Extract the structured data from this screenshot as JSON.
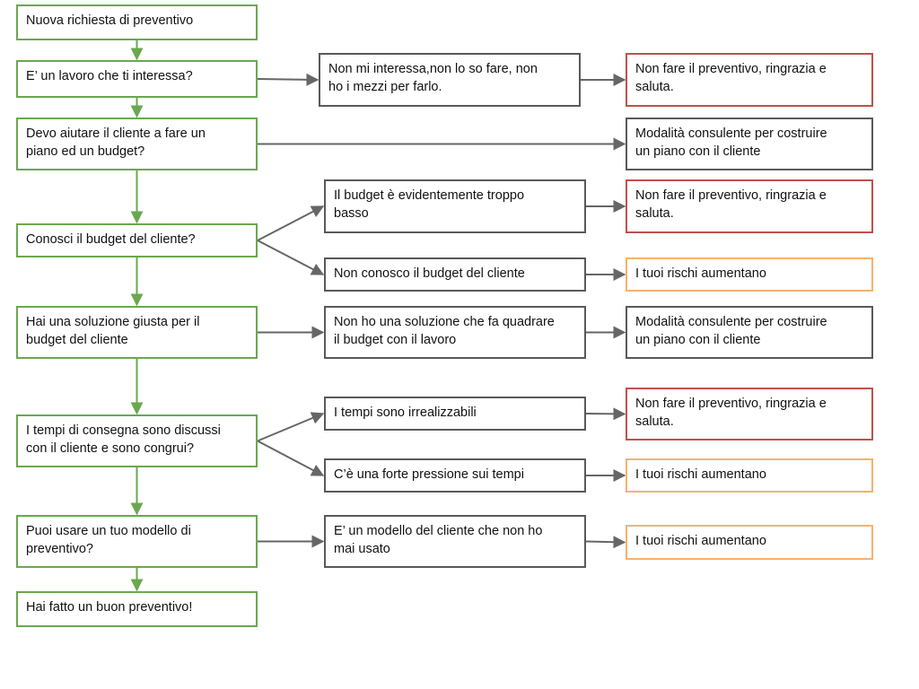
{
  "colors": {
    "main_border": "#6aa84f",
    "neutral_border": "#595959",
    "stop_border": "#c0504d",
    "risk_border": "#f6b26b",
    "main_arrow": "#6aa84f",
    "side_arrow": "#666666"
  },
  "main_steps": [
    {
      "id": "n1",
      "text": "Nuova richiesta di preventivo"
    },
    {
      "id": "n2",
      "text": "E’ un lavoro che ti interessa?"
    },
    {
      "id": "n3",
      "text": "Devo aiutare il cliente a fare un\npiano ed un budget?"
    },
    {
      "id": "n4",
      "text": "Conosci il budget del cliente?"
    },
    {
      "id": "n5",
      "text": "Hai una soluzione giusta per il\nbudget del cliente"
    },
    {
      "id": "n6",
      "text": "I tempi di consegna sono discussi\ncon il cliente e sono congrui?"
    },
    {
      "id": "n7",
      "text": "Puoi usare un tuo modello di\npreventivo?"
    },
    {
      "id": "n8",
      "text": "Hai fatto un buon preventivo!"
    }
  ],
  "options": [
    {
      "id": "o1",
      "text": "Non mi interessa,non lo so fare, non\nho i mezzi per farlo."
    },
    {
      "id": "o2",
      "text": "Il budget è evidentemente troppo\nbasso"
    },
    {
      "id": "o3",
      "text": "Non conosco il budget del cliente"
    },
    {
      "id": "o4",
      "text": "Non ho una soluzione che fa quadrare\nil budget con il lavoro"
    },
    {
      "id": "o5",
      "text": "I tempi sono irrealizzabili"
    },
    {
      "id": "o6",
      "text": "C’è una forte pressione sui tempi"
    },
    {
      "id": "o7",
      "text": "E’ un modello del cliente che non ho\nmai usato"
    }
  ],
  "outcomes": [
    {
      "id": "r1",
      "kind": "stop",
      "text": "Non fare il preventivo, ringrazia e\nsaluta."
    },
    {
      "id": "r2",
      "kind": "consult",
      "text": "Modalità consulente per costruire\nun piano con il cliente"
    },
    {
      "id": "r3",
      "kind": "stop",
      "text": "Non fare il preventivo, ringrazia e\nsaluta."
    },
    {
      "id": "r4",
      "kind": "risk",
      "text": "I tuoi rischi aumentano"
    },
    {
      "id": "r5",
      "kind": "consult",
      "text": "Modalità consulente per costruire\nun piano con il cliente"
    },
    {
      "id": "r6",
      "kind": "stop",
      "text": "Non fare il preventivo, ringrazia e\nsaluta."
    },
    {
      "id": "r7",
      "kind": "risk",
      "text": "I tuoi rischi aumentano"
    },
    {
      "id": "r8",
      "kind": "risk",
      "text": "I tuoi rischi aumentano"
    }
  ],
  "edges": [
    {
      "from": "n1",
      "to": "n2",
      "type": "main"
    },
    {
      "from": "n2",
      "to": "n3",
      "type": "main"
    },
    {
      "from": "n3",
      "to": "n4",
      "type": "main"
    },
    {
      "from": "n4",
      "to": "n5",
      "type": "main"
    },
    {
      "from": "n5",
      "to": "n6",
      "type": "main"
    },
    {
      "from": "n6",
      "to": "n7",
      "type": "main"
    },
    {
      "from": "n7",
      "to": "n8",
      "type": "main"
    },
    {
      "from": "n2",
      "to": "o1",
      "type": "side"
    },
    {
      "from": "o1",
      "to": "r1",
      "type": "side"
    },
    {
      "from": "n3",
      "to": "r2",
      "type": "side"
    },
    {
      "from": "n4",
      "to": "o2",
      "type": "side"
    },
    {
      "from": "n4",
      "to": "o3",
      "type": "side"
    },
    {
      "from": "o2",
      "to": "r3",
      "type": "side"
    },
    {
      "from": "o3",
      "to": "r4",
      "type": "side"
    },
    {
      "from": "n5",
      "to": "o4",
      "type": "side"
    },
    {
      "from": "o4",
      "to": "r5",
      "type": "side"
    },
    {
      "from": "n6",
      "to": "o5",
      "type": "side"
    },
    {
      "from": "n6",
      "to": "o6",
      "type": "side"
    },
    {
      "from": "o5",
      "to": "r6",
      "type": "side"
    },
    {
      "from": "o6",
      "to": "r7",
      "type": "side"
    },
    {
      "from": "n7",
      "to": "o7",
      "type": "side"
    },
    {
      "from": "o7",
      "to": "r8",
      "type": "side"
    }
  ]
}
